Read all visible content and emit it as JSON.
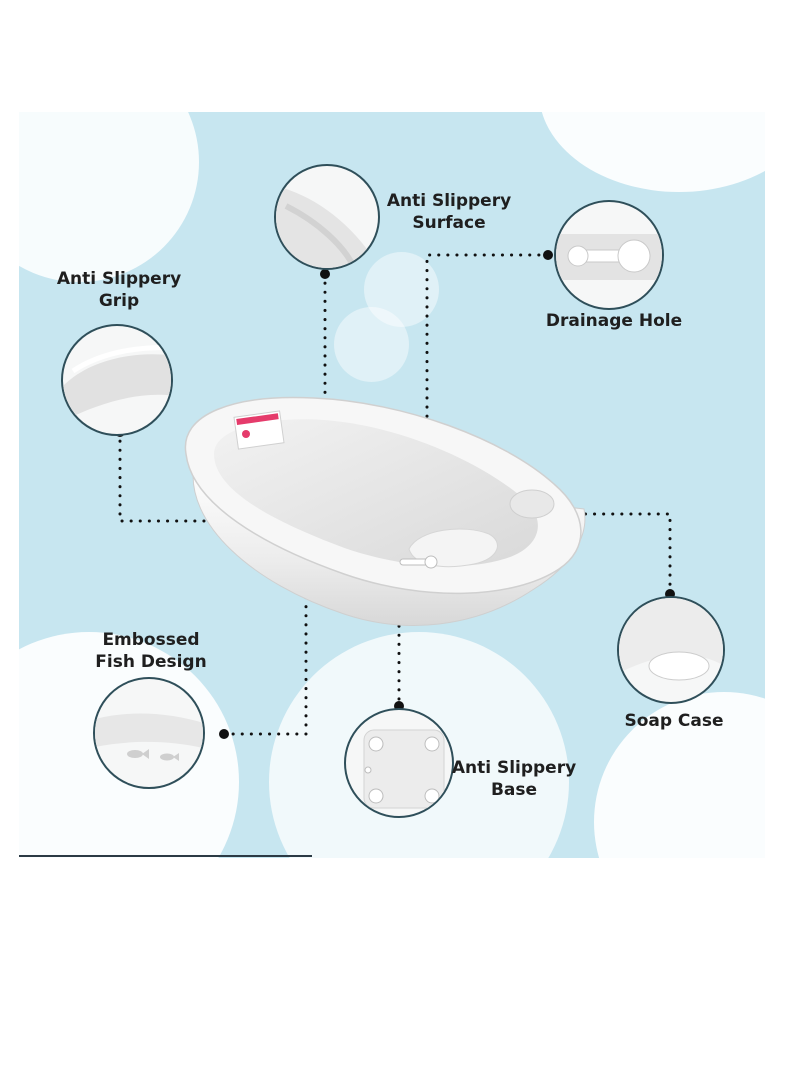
{
  "features": {
    "surface": {
      "line1": "Anti Slippery",
      "line2": "Surface"
    },
    "grip": {
      "line1": "Anti Slippery",
      "line2": "Grip"
    },
    "drainage": {
      "line1": "Drainage Hole"
    },
    "fish": {
      "line1": "Embossed",
      "line2": "Fish Design"
    },
    "base": {
      "line1": "Anti Slippery",
      "line2": "Base"
    },
    "soap": {
      "line1": "Soap Case"
    }
  },
  "colors": {
    "background": "#c7e6f0",
    "bubble": "#ffffff",
    "circle_border": "#2f4f5a",
    "dots": "#111111",
    "tub": "#f4f4f4",
    "warning_sticker": "#e53b6b"
  },
  "icons": [
    "bathtub-image",
    "warning-sticker",
    "drain-plug-icon",
    "fish-icon"
  ]
}
